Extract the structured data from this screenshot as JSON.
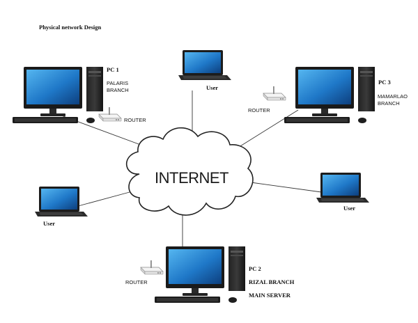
{
  "title": "Physical network Design",
  "cloud_label": "INTERNET",
  "pc1": {
    "name": "PC 1",
    "line1": "PALARIS",
    "line2": "BRANCH",
    "router": "ROUTER"
  },
  "pc3": {
    "name": "PC 3",
    "line1": "MAMARLAO",
    "line2": "BRANCH",
    "router": "ROUTER"
  },
  "pc2": {
    "name": "PC 2",
    "line1": "RIZAL BRANCH",
    "line2": "MAIN SERVER",
    "router": "ROUTER"
  },
  "user_top": "User",
  "user_left": "User",
  "user_right": "User"
}
